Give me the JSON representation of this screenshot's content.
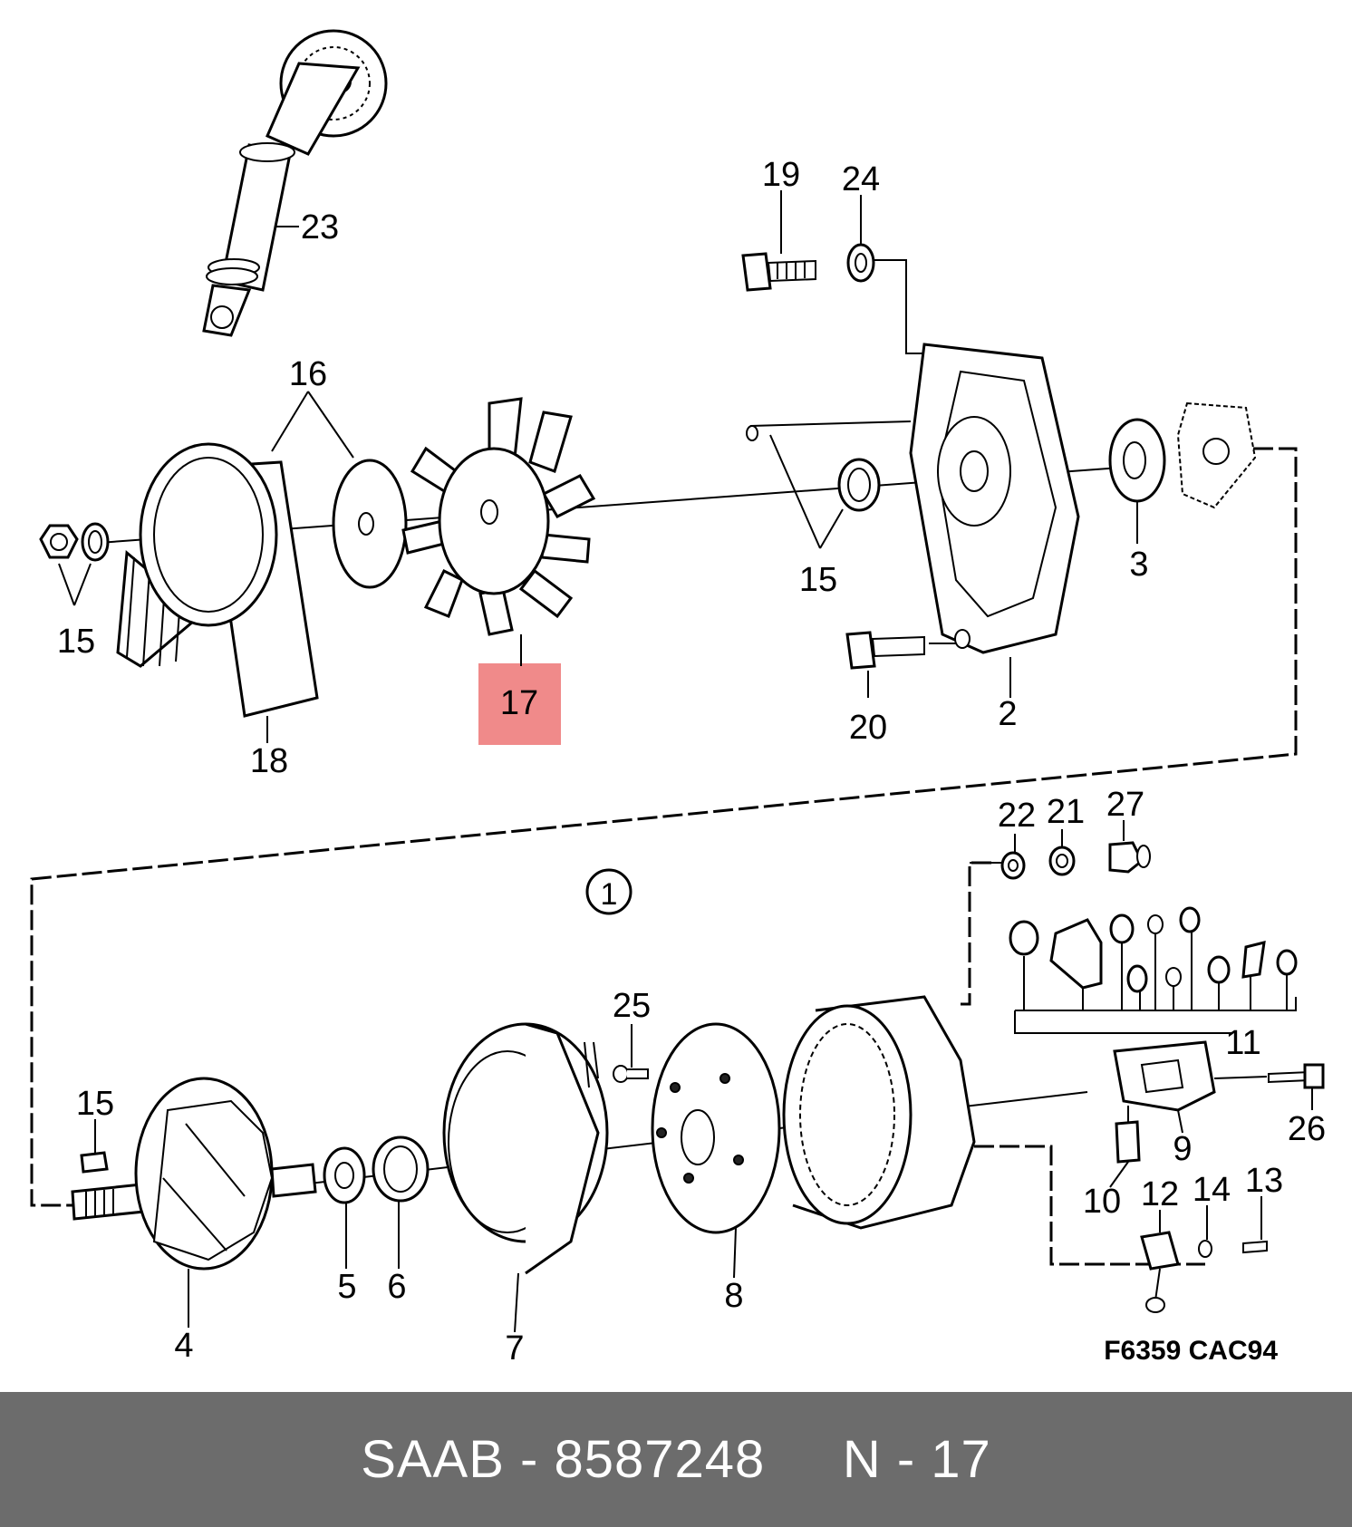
{
  "diagram": {
    "reference_code": "F6359 CAC94",
    "group_marker": "1",
    "highlight_color": "#f08a8a",
    "highlighted_part": "17",
    "callouts": {
      "c1": "1",
      "c2": "2",
      "c3": "3",
      "c4": "4",
      "c5": "5",
      "c6": "6",
      "c7": "7",
      "c8": "8",
      "c9": "9",
      "c10": "10",
      "c11": "11",
      "c12": "12",
      "c13": "13",
      "c14": "14",
      "c15a": "15",
      "c15b": "15",
      "c15c": "15",
      "c16": "16",
      "c17": "17",
      "c18": "18",
      "c19": "19",
      "c20": "20",
      "c21": "21",
      "c22": "22",
      "c23": "23",
      "c24": "24",
      "c25": "25",
      "c26": "26",
      "c27": "27"
    }
  },
  "footer": {
    "background": "#6c6c6c",
    "text": "SAAB - 8587248     N - 17"
  }
}
